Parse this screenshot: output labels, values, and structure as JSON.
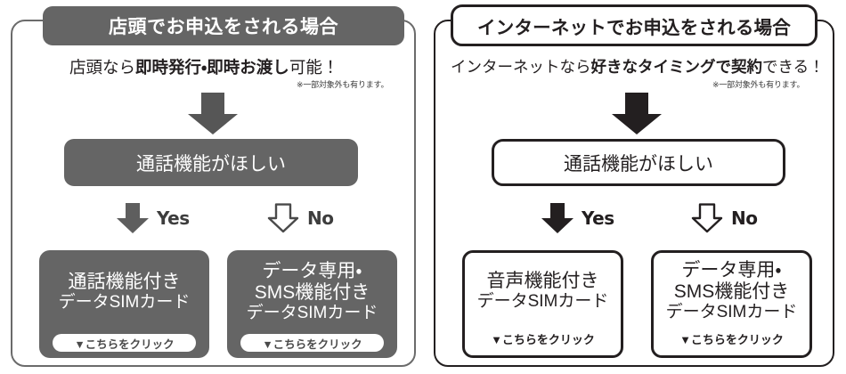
{
  "panels": [
    {
      "id": "in-store",
      "theme": "gray",
      "accent": "#656565",
      "header": "店頭でお申込をされる場合",
      "tagline": {
        "before": "店頭なら",
        "emphasis": "即時発行・即時お渡し",
        "after": "可能！"
      },
      "note": "※一部対象外も有ります。",
      "decision": "通話機能がほしい",
      "branches": [
        {
          "label": "Yes",
          "arrow": "filled-down-arrow-icon"
        },
        {
          "label": "No",
          "arrow": "outlined-down-arrow-icon"
        }
      ],
      "cards": [
        {
          "lines": [
            "通話機能付き",
            "データSIMカード"
          ],
          "cta": "▼こちらをクリック"
        },
        {
          "lines": [
            "データ専用・",
            "SMS機能付き",
            "データSIMカード"
          ],
          "cta": "▼こちらをクリック"
        }
      ]
    },
    {
      "id": "internet",
      "theme": "outline",
      "accent": "#231f20",
      "header": "インターネットでお申込をされる場合",
      "tagline": {
        "before": "インターネットなら",
        "emphasis": "好きなタイミングで契約",
        "after": "できる！"
      },
      "note": "※一部対象外も有ります。",
      "decision": "通話機能がほしい",
      "branches": [
        {
          "label": "Yes",
          "arrow": "filled-down-arrow-icon"
        },
        {
          "label": "No",
          "arrow": "outlined-down-arrow-icon"
        }
      ],
      "cards": [
        {
          "lines": [
            "音声機能付き",
            "データSIMカード"
          ],
          "cta": "▼こちらをクリック"
        },
        {
          "lines": [
            "データ専用・",
            "SMS機能付き",
            "データSIMカード"
          ],
          "cta": "▼こちらをクリック"
        }
      ]
    }
  ],
  "icons": {
    "big_arrow": "big-down-arrow-icon",
    "yes_arrow": "filled-down-arrow-icon",
    "no_arrow": "outlined-down-arrow-icon"
  },
  "colors": {
    "gray_fill": "#656565",
    "dark_outline": "#231f20",
    "panel_border_left": "#6b6b6b",
    "background": "#ffffff"
  }
}
